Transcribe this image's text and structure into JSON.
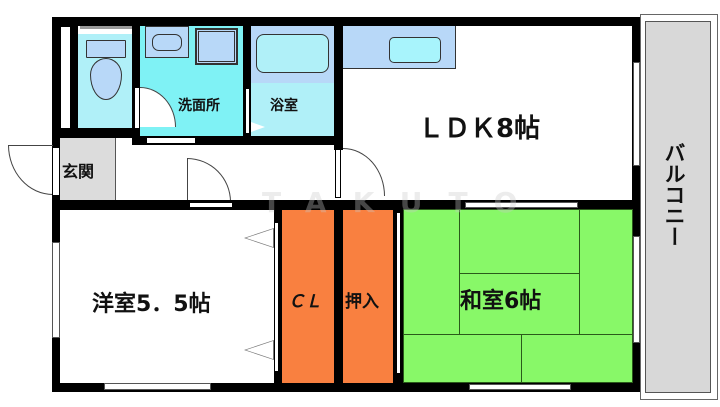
{
  "floorplan": {
    "rooms": {
      "toilet": {
        "label": ""
      },
      "washroom": {
        "label": "洗面所"
      },
      "bathroom": {
        "label": "浴室"
      },
      "ldk": {
        "label": "ＬＤＫ8帖"
      },
      "entrance": {
        "label": "玄関"
      },
      "western_room": {
        "label": "洋室5．5帖"
      },
      "closet": {
        "label": "ＣＬ"
      },
      "oshiire": {
        "label": "押入"
      },
      "japanese_room": {
        "label": "和室6帖"
      },
      "balcony": {
        "label": "バルコニー"
      }
    },
    "watermark": "TAKUTO",
    "colors": {
      "wall": "#000000",
      "wet_area": "#b0f0f8",
      "washroom": "#7ff2f5",
      "fixture": "#b8d8f8",
      "closet": "#f98040",
      "tatami": "#88f868",
      "entrance": "#dcdcdc",
      "balcony": "#d8d8d8"
    }
  }
}
